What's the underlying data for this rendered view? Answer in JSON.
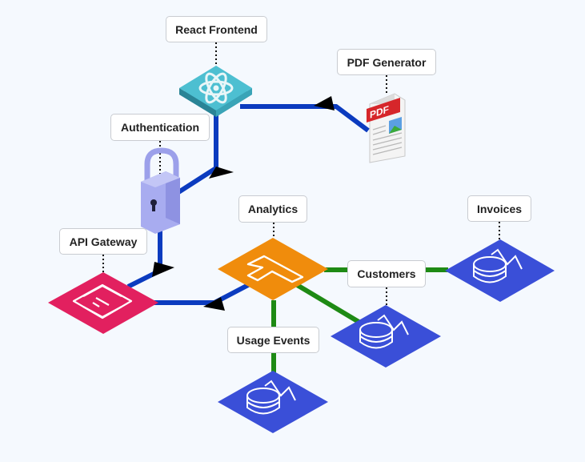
{
  "diagram": {
    "nodes": {
      "react_frontend": {
        "label": "React Frontend",
        "icon": "react-atom-icon"
      },
      "pdf_generator": {
        "label": "PDF Generator",
        "icon": "pdf-document-icon"
      },
      "authentication": {
        "label": "Authentication",
        "icon": "padlock-icon"
      },
      "api_gateway": {
        "label": "API Gateway",
        "icon": "api-gateway-icon"
      },
      "analytics": {
        "label": "Analytics",
        "icon": "lambda-function-icon"
      },
      "invoices": {
        "label": "Invoices",
        "icon": "database-table-icon"
      },
      "customers": {
        "label": "Customers",
        "icon": "database-table-icon"
      },
      "usage_events": {
        "label": "Usage Events",
        "icon": "database-table-icon"
      }
    },
    "colors": {
      "blue_connector": "#0b3bbf",
      "green_connector": "#1e8a14",
      "react_tile": "#3fb3c6",
      "pdf_red": "#d6262a",
      "lock_purple": "#a8acf0",
      "api_gateway_pink": "#e2205f",
      "lambda_orange": "#f08c0c",
      "database_blue": "#3a4fd8"
    }
  }
}
